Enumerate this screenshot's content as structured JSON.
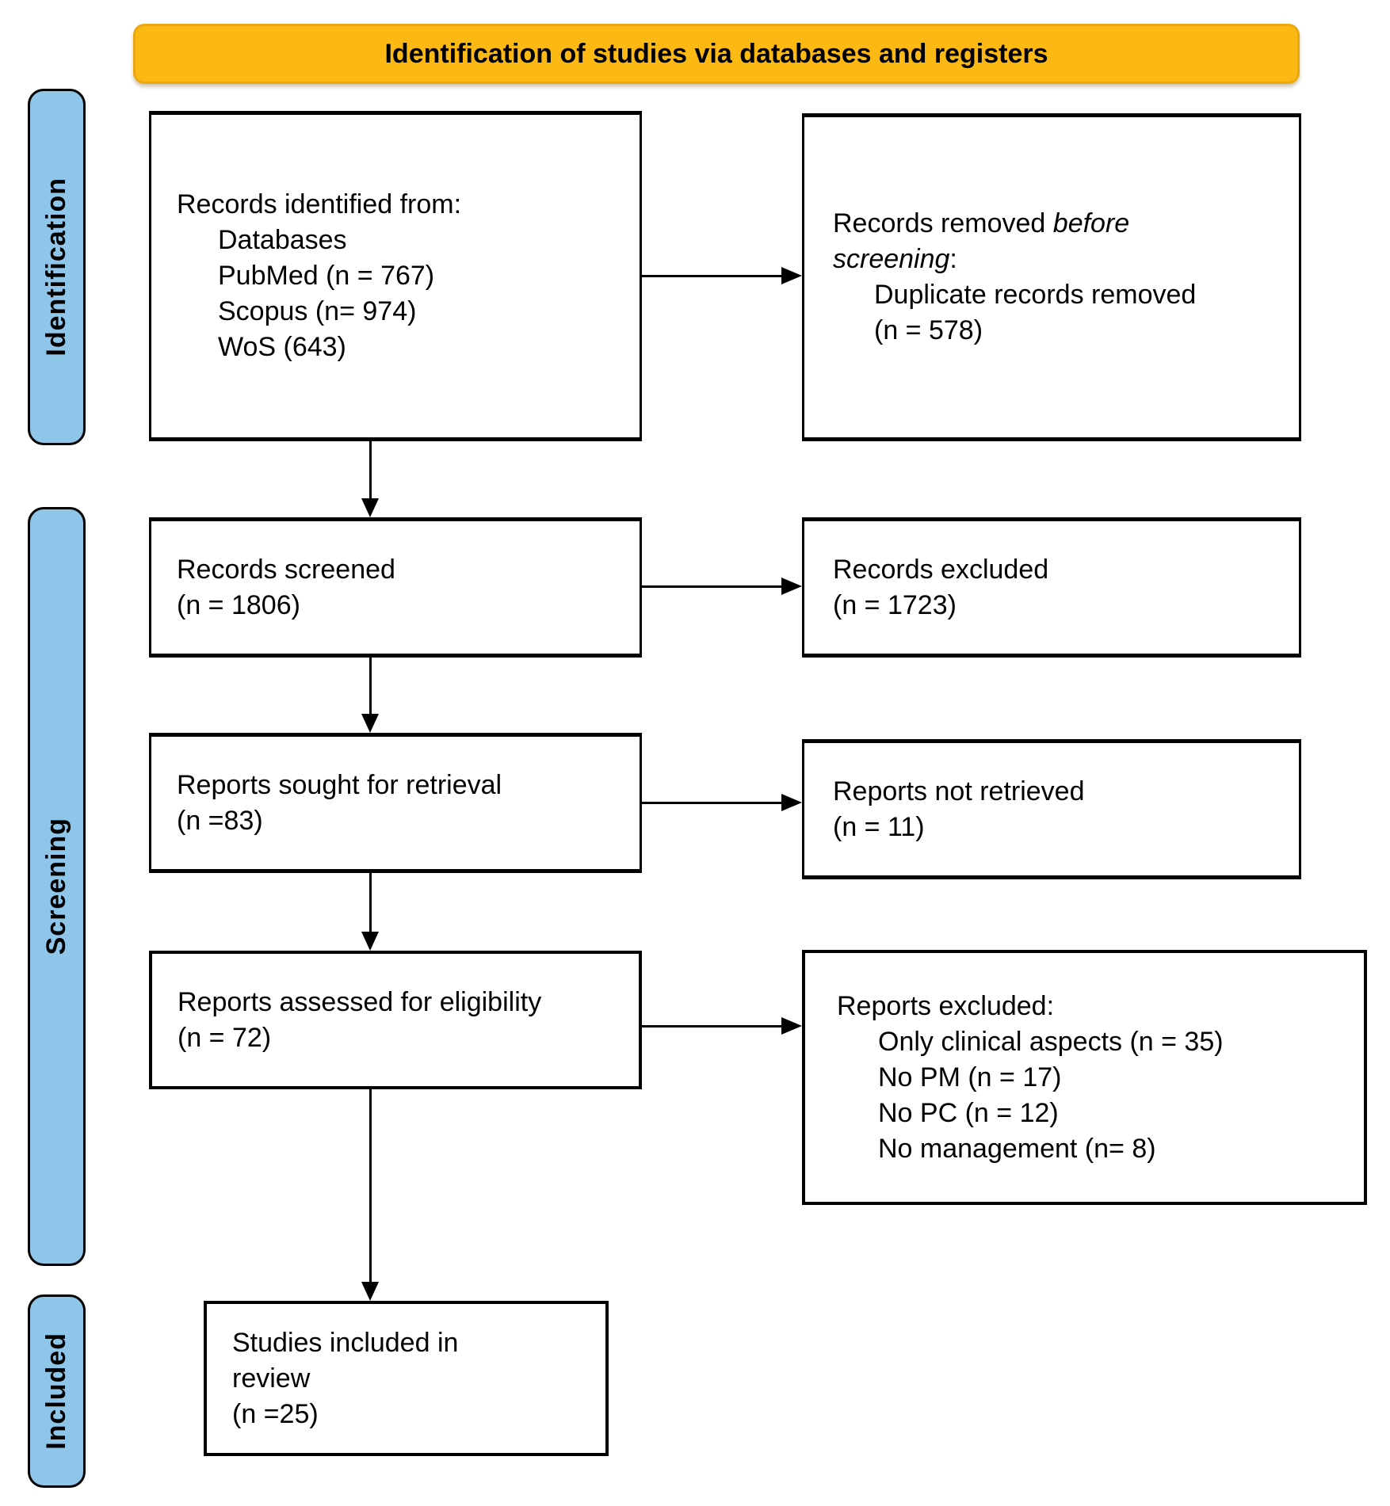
{
  "banner": {
    "title": "Identification of studies via databases and registers"
  },
  "colors": {
    "banner_bg": "#FCB813",
    "banner_border": "#E9A711",
    "stage_bg": "#8FC5E9",
    "ink": "#000000"
  },
  "stages": [
    {
      "label": "Identification"
    },
    {
      "label": "Screening"
    },
    {
      "label": "Included"
    }
  ],
  "boxes": {
    "records_identified": {
      "line1": "Records identified from:",
      "line2": "Databases",
      "line3": "PubMed (n = 767)",
      "line4": "Scopus (n= 974)",
      "line5": "WoS (643)"
    },
    "records_removed": {
      "line1_pre": "Records removed ",
      "line1_em": "before",
      "line2_em": "screening",
      "line2_post": ":",
      "line3": "Duplicate records removed",
      "line4": "(n = 578)"
    },
    "records_screened": {
      "line1": "Records screened",
      "line2": "(n = 1806)"
    },
    "records_excluded": {
      "line1": "Records excluded",
      "line2": "(n = 1723)"
    },
    "reports_sought": {
      "line1": "Reports sought for retrieval",
      "line2": "(n =83)"
    },
    "reports_not_retrieved": {
      "line1": "Reports not retrieved",
      "line2": "(n = 11)"
    },
    "reports_assessed": {
      "line1": "Reports assessed for eligibility",
      "line2": "(n = 72)"
    },
    "reports_excluded": {
      "line1": "Reports excluded:",
      "line2": "Only clinical aspects (n = 35)",
      "line3": "No PM (n = 17)",
      "line4": "No PC (n = 12)",
      "line5": "No management (n= 8)"
    },
    "studies_included": {
      "line1": "Studies included in",
      "line2": "review",
      "line3": "(n =25)"
    }
  }
}
